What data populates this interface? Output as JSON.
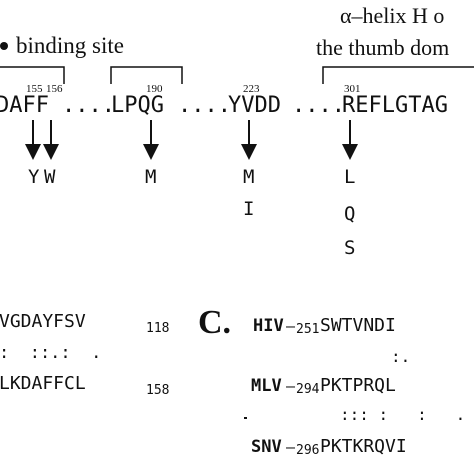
{
  "top": {
    "binding_label": "binding site",
    "helix_line1": "α–helix H o",
    "helix_line2": "the thumb dom",
    "sequence": {
      "seg1": "DAFF",
      "seg2": "LPQG",
      "seg3": "YVDD",
      "seg4": "REFLGTAG",
      "dots": "...."
    },
    "positions": {
      "p155": "155",
      "p156": "156",
      "p190": "190",
      "p223": "223",
      "p301": "301"
    },
    "mutations": {
      "col1_a": "Y",
      "col1_b": "W",
      "col2": "M",
      "col3_a": "M",
      "col3_b": "I",
      "col4_a": "L",
      "col4_b": "Q",
      "col4_c": "S"
    }
  },
  "panel_b": {
    "row1_seq": "VGDAYFSV",
    "row1_num": "118",
    "conservation": ":  ::.:  .",
    "row2_seq": "LKDAFFCL",
    "row2_num": "158"
  },
  "panel_c": {
    "label": "C.",
    "rows": [
      {
        "name": "HIV",
        "dash": "–",
        "num": "251",
        "seq": "SWTVNDI"
      },
      {
        "name": "MLV",
        "dash": "–",
        "num": "294",
        "seq": "PKTPRQL"
      },
      {
        "name": "SNV",
        "dash": "–",
        "num": "296",
        "seq": "PKTKRQVI"
      }
    ],
    "cons1": ":.        .",
    "cons2": "::: :   :   ."
  }
}
